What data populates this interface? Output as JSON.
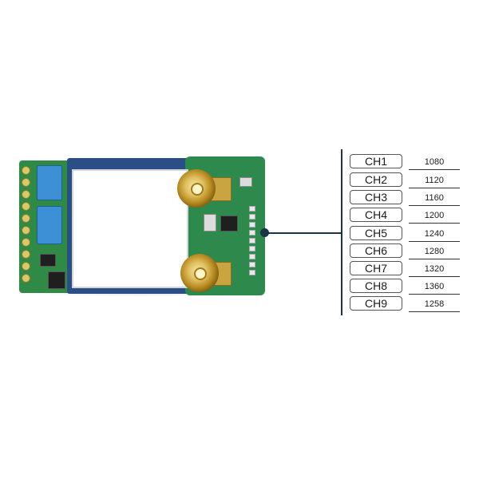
{
  "image": {
    "board_colors": {
      "green": "#2e8a4c",
      "blue": "#2a4f86",
      "connector": "#3d8fd6",
      "gold": "#c9a441"
    },
    "leader_color": "#1b3346"
  },
  "channels": [
    {
      "label": "CH1",
      "value": "1080"
    },
    {
      "label": "CH2",
      "value": "1120"
    },
    {
      "label": "CH3",
      "value": "1160"
    },
    {
      "label": "CH4",
      "value": "1200"
    },
    {
      "label": "CH5",
      "value": "1240"
    },
    {
      "label": "CH6",
      "value": "1280"
    },
    {
      "label": "CH7",
      "value": "1320"
    },
    {
      "label": "CH8",
      "value": "1360"
    },
    {
      "label": "CH9",
      "value": "1258"
    }
  ]
}
